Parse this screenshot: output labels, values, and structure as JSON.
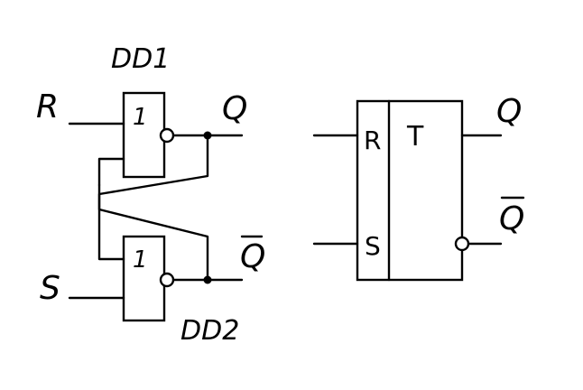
{
  "left_circuit": {
    "gate_top_name": "DD1",
    "gate_bottom_name": "DD2",
    "gate_symbol_top": "1",
    "gate_symbol_bottom": "1",
    "input_r": "R",
    "input_s": "S",
    "output_q": "Q",
    "output_q_bar": "Q"
  },
  "right_block": {
    "input_r": "R",
    "input_s": "S",
    "type_label": "T",
    "output_q": "Q",
    "output_q_bar": "Q"
  }
}
